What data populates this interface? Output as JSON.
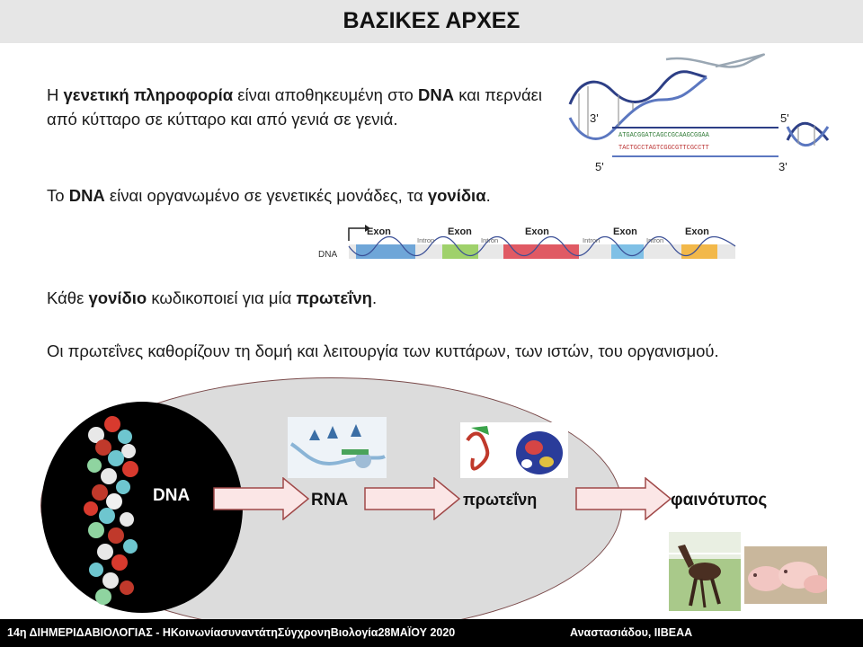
{
  "title": "ΒΑΣΙΚΕΣ ΑΡΧΕΣ",
  "paragraphs": {
    "p1": [
      "Η ",
      "γενετική πληροφορία",
      " είναι αποθηκευμένη στο ",
      "DNA",
      " και περνάει από κύτταρο σε κύτταρο και από γενιά σε γενιά."
    ],
    "p2": [
      "Το  ",
      "DNA",
      " είναι οργανωμένο σε γενετικές μονάδες, τα ",
      "γονίδια",
      "."
    ],
    "p3": [
      "Κάθε ",
      "γονίδιο",
      " κωδικοποιεί για μία ",
      "πρωτεΐνη",
      "."
    ],
    "p4": "Οι πρωτεΐνες καθορίζουν τη δομή και λειτουργία των κυττάρων, των ιστών, του οργανισμού."
  },
  "dna_figure": {
    "label_3_left": "3'",
    "label_5_right": "5'",
    "label_5_left": "5'",
    "label_3_right": "3'",
    "seq_top": "ATGACGGATCAGCCGCAAGCGGAA",
    "seq_bottom": "TACTGCCTAGTCGGCGTTCGCCTT"
  },
  "gene_figure": {
    "dna_label": "DNA",
    "exon_label": "Exon",
    "intron_label": "Intron"
  },
  "flow": {
    "dna": "DNA",
    "rna": "RNA",
    "protein": "πρωτεΐνη",
    "phenotype": "φαινότυπος"
  },
  "footer": {
    "left": "14η ΔΙΗΜΕΡΙΔΑΒΙΟΛΟΓΙΑΣ - ΗΚοινωνίασυναντάτηΣύγχρονηΒιολογία28ΜΑΪΟΥ 2020",
    "right": "Αναστασιάδου, ΙΙΒΕΑΑ"
  },
  "colors": {
    "title_bar": "#e6e6e6",
    "footer_bg": "#000000",
    "arrow_fill": "#fbe6e6",
    "arrow_stroke": "#a04848",
    "ellipse_fill": "#dcdcdc"
  }
}
